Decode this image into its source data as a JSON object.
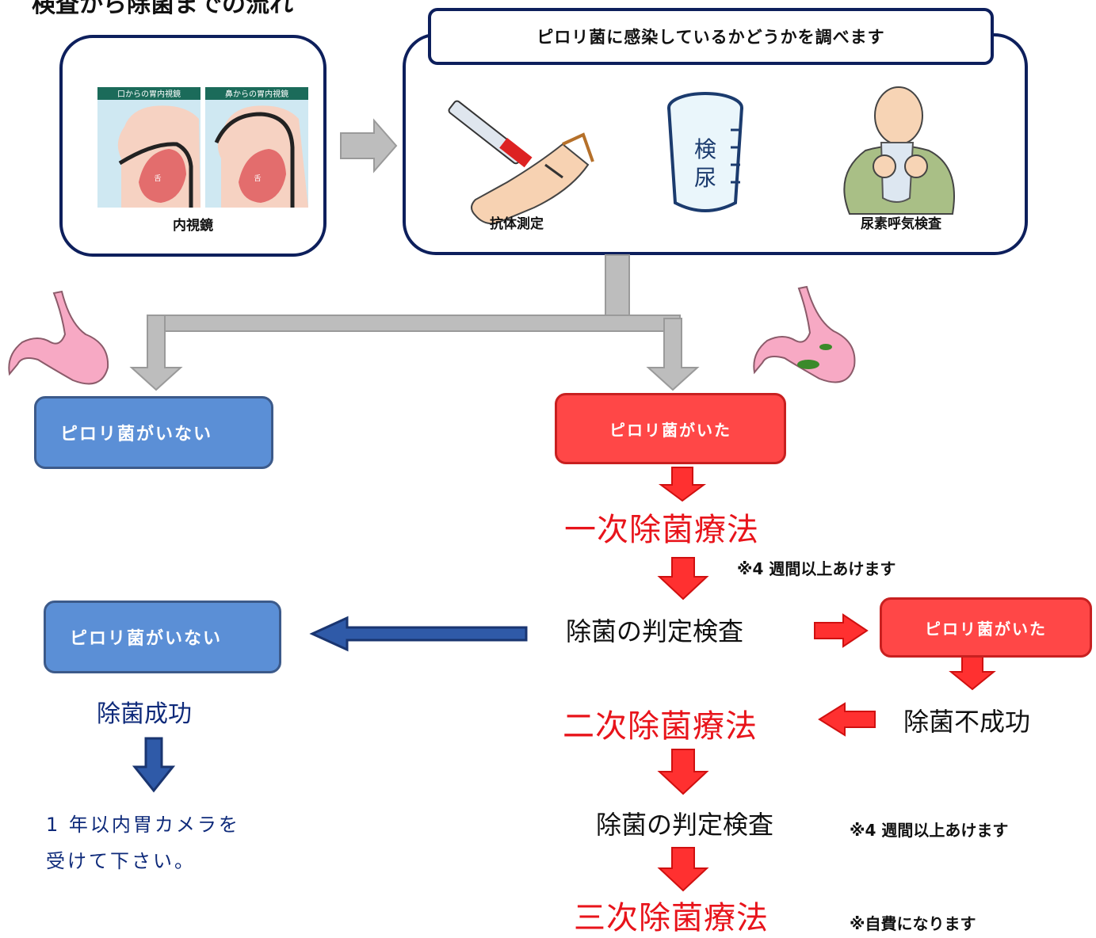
{
  "title": "検査から除菌までの流れ",
  "endoscopy": {
    "label_mouth": "口からの胃内視鏡",
    "label_nose": "鼻からの胃内視鏡",
    "tongue": "舌",
    "caption": "内視鏡"
  },
  "tests": {
    "header": "ピロリ菌に感染しているかどうかを調べます",
    "antibody": "抗体測定",
    "urine_cup": "検\n尿",
    "breath": "尿素呼気検査"
  },
  "flow": {
    "negative_1": "ピロリ菌がいない",
    "positive_1": "ピロリ菌がいた",
    "first_therapy": "一次除菌療法",
    "wait_note_1": "※4 週間以上あけます",
    "judge_1": "除菌の判定検査",
    "negative_2": "ピロリ菌がいない",
    "positive_2": "ピロリ菌がいた",
    "success": "除菌成功",
    "advice": "1 年以内胃カメラを\n受けて下さい。",
    "failure": "除菌不成功",
    "second_therapy": "二次除菌療法",
    "judge_2": "除菌の判定検査",
    "wait_note_2": "※4 週間以上あけます",
    "third_therapy": "三次除菌療法",
    "self_pay_note": "※自費になります"
  },
  "colors": {
    "navy": "#0d1f5c",
    "blue_box": "#5b8fd6",
    "red_box": "#ff4747",
    "red_text": "#e8141b",
    "blue_text": "#0e2a7a",
    "gray_arrow": "#bdbdbd"
  }
}
